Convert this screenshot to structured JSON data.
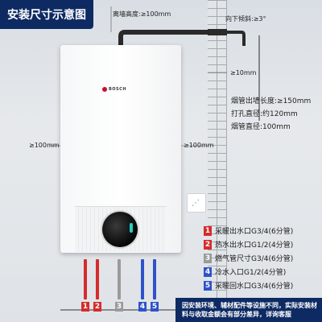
{
  "title": "安装尺寸示意图",
  "brand": "BOSCH",
  "annotations": {
    "top_clearance": "离墙高度:≥100mm",
    "slope": "向下倾斜:≥3°",
    "wall_gap": "≥10mm",
    "left_gap": "≥100mm",
    "right_gap": "≥100mm"
  },
  "flue_specs": [
    "烟管出墙长度:≥150mm",
    "打孔直径:约120mm",
    "烟管直径:100mm"
  ],
  "colors": {
    "red": "#d62b2b",
    "gray": "#9a9a9a",
    "blue": "#2f52c9",
    "navy": "#0d2a63"
  },
  "legend": [
    {
      "num": "1",
      "color": "#d62b2b",
      "text": "采暖出水口G3/4(6分管)"
    },
    {
      "num": "2",
      "color": "#d62b2b",
      "text": "热水出水口G1/2(4分管)"
    },
    {
      "num": "3",
      "color": "#9a9a9a",
      "text": "燃气管尺寸G3/4(6分管)"
    },
    {
      "num": "4",
      "color": "#2f52c9",
      "text": "冷水入口G1/2(4分管)"
    },
    {
      "num": "5",
      "color": "#2f52c9",
      "text": "采暖回水口G3/4(6分管)"
    }
  ],
  "pipe_badges": [
    "1",
    "2",
    "3",
    "4",
    "5"
  ],
  "note": "因安装环境、辅材配件等设施不同，实际安装材料与收取金额会有部分差异，详询客服"
}
